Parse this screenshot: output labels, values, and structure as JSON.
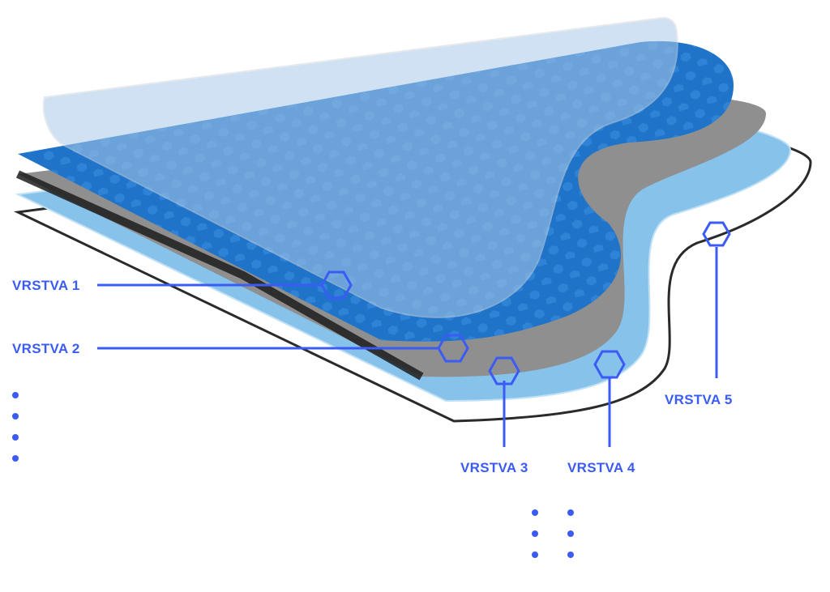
{
  "colors": {
    "accent": "#3b5bf5",
    "top_layer": "#1f73c9",
    "film": "#a9c9e8",
    "gray_layer": "#8f8f8f",
    "light_blue_layer": "#86c2ea",
    "base_outline": "#2a2a2a"
  },
  "layers": {
    "l1": {
      "label": "VRSTVA 1",
      "subtitle": ""
    },
    "l2": {
      "label": "VRSTVA 2",
      "subtitle": "",
      "bullets": [
        "",
        "",
        "",
        ""
      ]
    },
    "l3": {
      "label": "VRSTVA 3",
      "subtitle": "",
      "bullets": [
        "",
        "",
        ""
      ]
    },
    "l4": {
      "label": "VRSTVA 4",
      "subtitle": "",
      "bullets": [
        "",
        "",
        ""
      ]
    },
    "l5": {
      "label": "VRSTVA 5",
      "subtitle": ""
    }
  }
}
